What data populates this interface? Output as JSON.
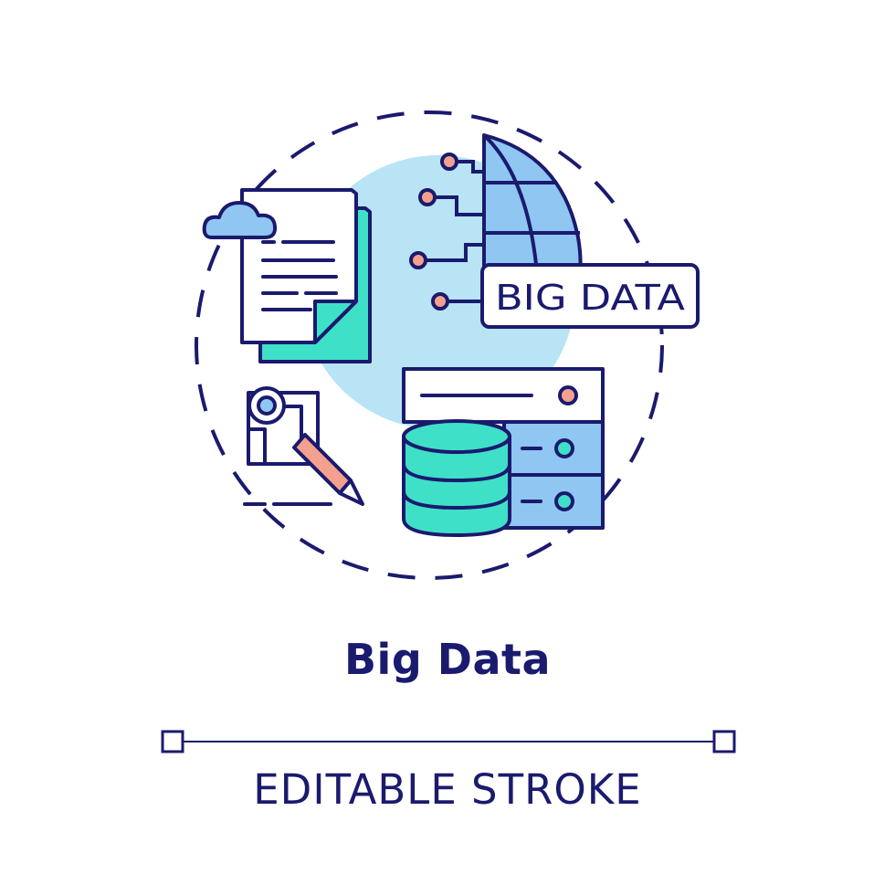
{
  "title": "Big Data",
  "subtitle": "EDITABLE STROKE",
  "badge_label": "BIG DATA",
  "icons": {
    "document": "document-icon",
    "cloud": "cloud-icon",
    "globe": "globe-icon",
    "database": "database-icon",
    "server": "server-icon",
    "pencil": "pencil-icon",
    "map": "map-icon"
  },
  "colors": {
    "stroke": "#1a1a6e",
    "circle_bg": "#b8e4f5",
    "teal": "#3fe0c8",
    "light_blue": "#8fc6f2",
    "coral": "#f4a08f",
    "white": "#ffffff"
  }
}
